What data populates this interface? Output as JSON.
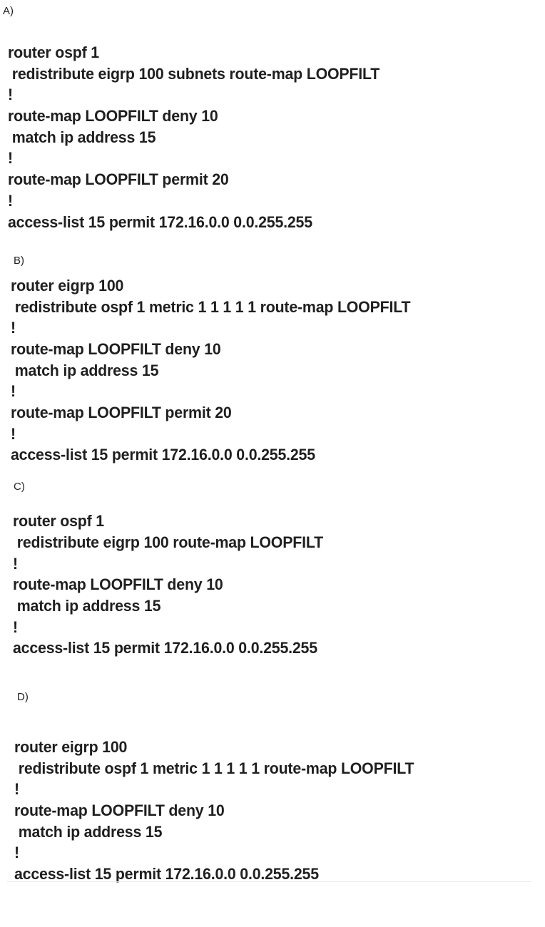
{
  "options": [
    {
      "label": "A)",
      "lines": [
        "router ospf 1",
        " redistribute eigrp 100 subnets route-map LOOPFILT",
        "!",
        "route-map LOOPFILT deny 10",
        " match ip address 15",
        "!",
        "route-map LOOPFILT permit 20",
        "!",
        "access-list 15 permit 172.16.0.0 0.0.255.255"
      ]
    },
    {
      "label": "B)",
      "lines": [
        "router eigrp 100",
        " redistribute ospf 1 metric 1 1 1 1 1 route-map LOOPFILT",
        "!",
        "route-map LOOPFILT deny 10",
        " match ip address 15",
        "!",
        "route-map LOOPFILT permit 20",
        "!",
        "access-list 15 permit 172.16.0.0 0.0.255.255"
      ]
    },
    {
      "label": "C)",
      "lines": [
        "router ospf 1",
        " redistribute eigrp 100 route-map LOOPFILT",
        "!",
        "route-map LOOPFILT deny 10",
        " match ip address 15",
        "!",
        "access-list 15 permit 172.16.0.0 0.0.255.255"
      ]
    },
    {
      "label": "D)",
      "lines": [
        "router eigrp 100",
        " redistribute ospf 1 metric 1 1 1 1 1 route-map LOOPFILT",
        "!",
        "route-map LOOPFILT deny 10",
        " match ip address 15",
        "!",
        "access-list 15 permit 172.16.0.0 0.0.255.255"
      ]
    }
  ]
}
